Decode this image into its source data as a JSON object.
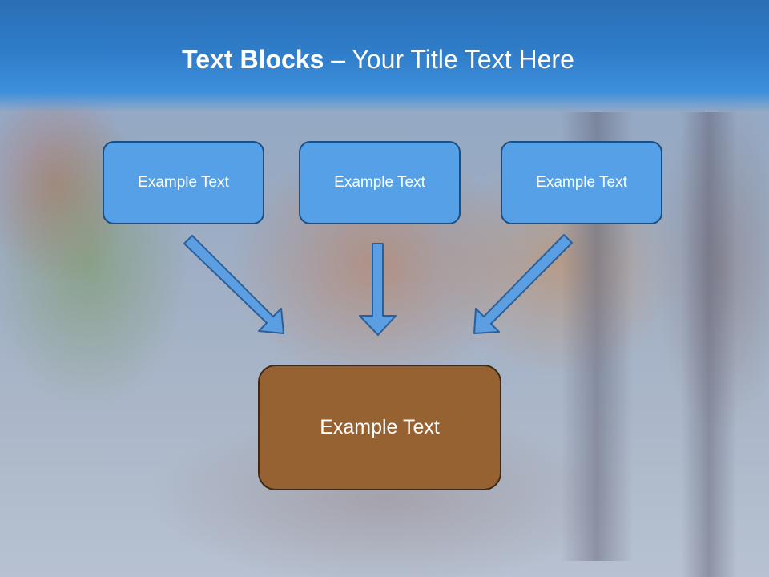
{
  "title": {
    "bold": "Text Blocks",
    "separator": "–",
    "rest": "Your Title Text Here"
  },
  "blocks": [
    {
      "label": "Example Text"
    },
    {
      "label": "Example Text"
    },
    {
      "label": "Example Text"
    }
  ],
  "target": {
    "label": "Example Text"
  },
  "colors": {
    "header": "#2f7cc8",
    "block_fill": "#55a0e6",
    "block_border": "#1c4e82",
    "target_fill": "#976232",
    "arrow_fill": "#5b9fe2",
    "arrow_stroke": "#2c5f98"
  }
}
